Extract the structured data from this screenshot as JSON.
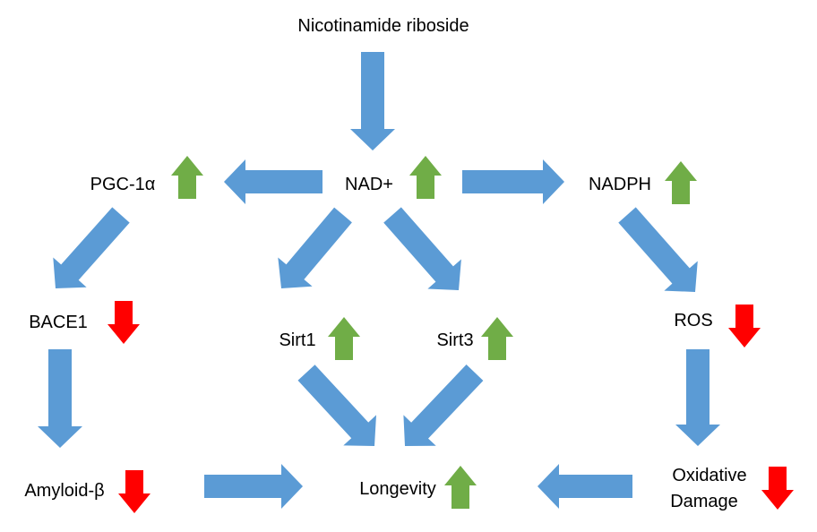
{
  "colors": {
    "flow_arrow": "#5B9BD5",
    "increase": "#70AD47",
    "decrease": "#FF0000",
    "text": "#000000",
    "background": "#FFFFFF"
  },
  "nodes": {
    "nicotinamide_riboside": "Nicotinamide riboside",
    "nad_plus": "NAD+",
    "pgc1a": "PGC-1α",
    "nadph": "NADPH",
    "bace1": "BACE1",
    "sirt1": "Sirt1",
    "sirt3": "Sirt3",
    "ros": "ROS",
    "amyloid_beta": "Amyloid-β",
    "longevity": "Longevity",
    "oxidative_damage_line1": "Oxidative",
    "oxidative_damage_line2": "Damage"
  },
  "regulation": {
    "nad_plus": "increase",
    "pgc1a": "increase",
    "nadph": "increase",
    "sirt1": "increase",
    "sirt3": "increase",
    "longevity": "increase",
    "bace1": "decrease",
    "ros": "decrease",
    "amyloid_beta": "decrease",
    "oxidative_damage": "decrease"
  },
  "edges": [
    {
      "from": "Nicotinamide riboside",
      "to": "NAD+"
    },
    {
      "from": "NAD+",
      "to": "PGC-1α"
    },
    {
      "from": "NAD+",
      "to": "NADPH"
    },
    {
      "from": "NAD+",
      "to": "Sirt1"
    },
    {
      "from": "NAD+",
      "to": "Sirt3"
    },
    {
      "from": "PGC-1α",
      "to": "BACE1"
    },
    {
      "from": "NADPH",
      "to": "ROS"
    },
    {
      "from": "BACE1",
      "to": "Amyloid-β"
    },
    {
      "from": "ROS",
      "to": "Oxidative Damage"
    },
    {
      "from": "Sirt1",
      "to": "Longevity"
    },
    {
      "from": "Sirt3",
      "to": "Longevity"
    },
    {
      "from": "Amyloid-β",
      "to": "Longevity"
    },
    {
      "from": "Oxidative Damage",
      "to": "Longevity"
    }
  ]
}
